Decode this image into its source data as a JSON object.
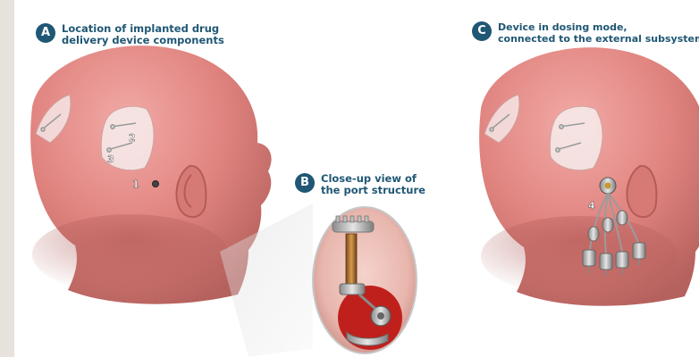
{
  "colors": {
    "badge": "#1f5774",
    "caption": "#1f5774",
    "skin": "#e28a86",
    "skin_shadow": "#b4625e",
    "port_red": "#c0201c",
    "background": "#e7e2dc"
  },
  "panel_a": {
    "badge": "A",
    "caption_line1": "Location of implanted drug",
    "caption_line2": "delivery device components",
    "markers": [
      "1",
      "2",
      "3"
    ]
  },
  "panel_b": {
    "badge": "B",
    "caption_line1": "Close-up view of",
    "caption_line2": "the port structure"
  },
  "panel_c": {
    "badge": "C",
    "caption_line1": "Device in dosing mode,",
    "caption_line2": "connected to the external subsystem",
    "markers": [
      "4"
    ]
  }
}
